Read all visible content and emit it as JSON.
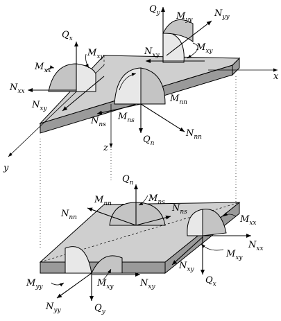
{
  "labels": {
    "x": "x",
    "y": "y",
    "z": "z",
    "top_Qy": {
      "main": "Q",
      "sub": "y"
    },
    "top_Myy": {
      "main": "M",
      "sub": "yy"
    },
    "top_Nyy": {
      "main": "N",
      "sub": "yy"
    },
    "top_Qx": {
      "main": "Q",
      "sub": "x"
    },
    "top_Mxy_left": {
      "main": "M",
      "sub": "xy"
    },
    "top_Nxy_right": {
      "main": "N",
      "sub": "xy"
    },
    "top_Mxy_right": {
      "main": "M",
      "sub": "xy"
    },
    "top_Mxx": {
      "main": "M",
      "sub": "xx"
    },
    "top_Nxx": {
      "main": "N",
      "sub": "xx"
    },
    "top_Nxy_left": {
      "main": "N",
      "sub": "xy"
    },
    "top_Mnn": {
      "main": "M",
      "sub": "nn"
    },
    "top_Mns": {
      "main": "M",
      "sub": "ns"
    },
    "top_Nns": {
      "main": "N",
      "sub": "ns"
    },
    "top_Nnn": {
      "main": "N",
      "sub": "nn"
    },
    "top_Qn": {
      "main": "Q",
      "sub": "n"
    },
    "bot_Qn": {
      "main": "Q",
      "sub": "n"
    },
    "bot_Mnn": {
      "main": "M",
      "sub": "nn"
    },
    "bot_Mns": {
      "main": "M",
      "sub": "ns"
    },
    "bot_Nns": {
      "main": "N",
      "sub": "ns"
    },
    "bot_Nnn": {
      "main": "N",
      "sub": "nn"
    },
    "bot_Mxx": {
      "main": "M",
      "sub": "xx"
    },
    "bot_Nxx": {
      "main": "N",
      "sub": "xx"
    },
    "bot_Mxy_right": {
      "main": "M",
      "sub": "xy"
    },
    "bot_Nxy_right": {
      "main": "N",
      "sub": "xy"
    },
    "bot_Qx": {
      "main": "Q",
      "sub": "x"
    },
    "bot_Myy": {
      "main": "M",
      "sub": "yy"
    },
    "bot_Mxy_left": {
      "main": "M",
      "sub": "xy"
    },
    "bot_Nxy_left": {
      "main": "N",
      "sub": "xy"
    },
    "bot_Nyy": {
      "main": "N",
      "sub": "yy"
    },
    "bot_Qy": {
      "main": "Q",
      "sub": "y"
    }
  },
  "colors": {
    "plate_top": "#cfcfcf",
    "plate_side": "#9a9a9a",
    "lobe_dark": "#c4c4c4",
    "lobe_light": "#e8e8e8"
  }
}
